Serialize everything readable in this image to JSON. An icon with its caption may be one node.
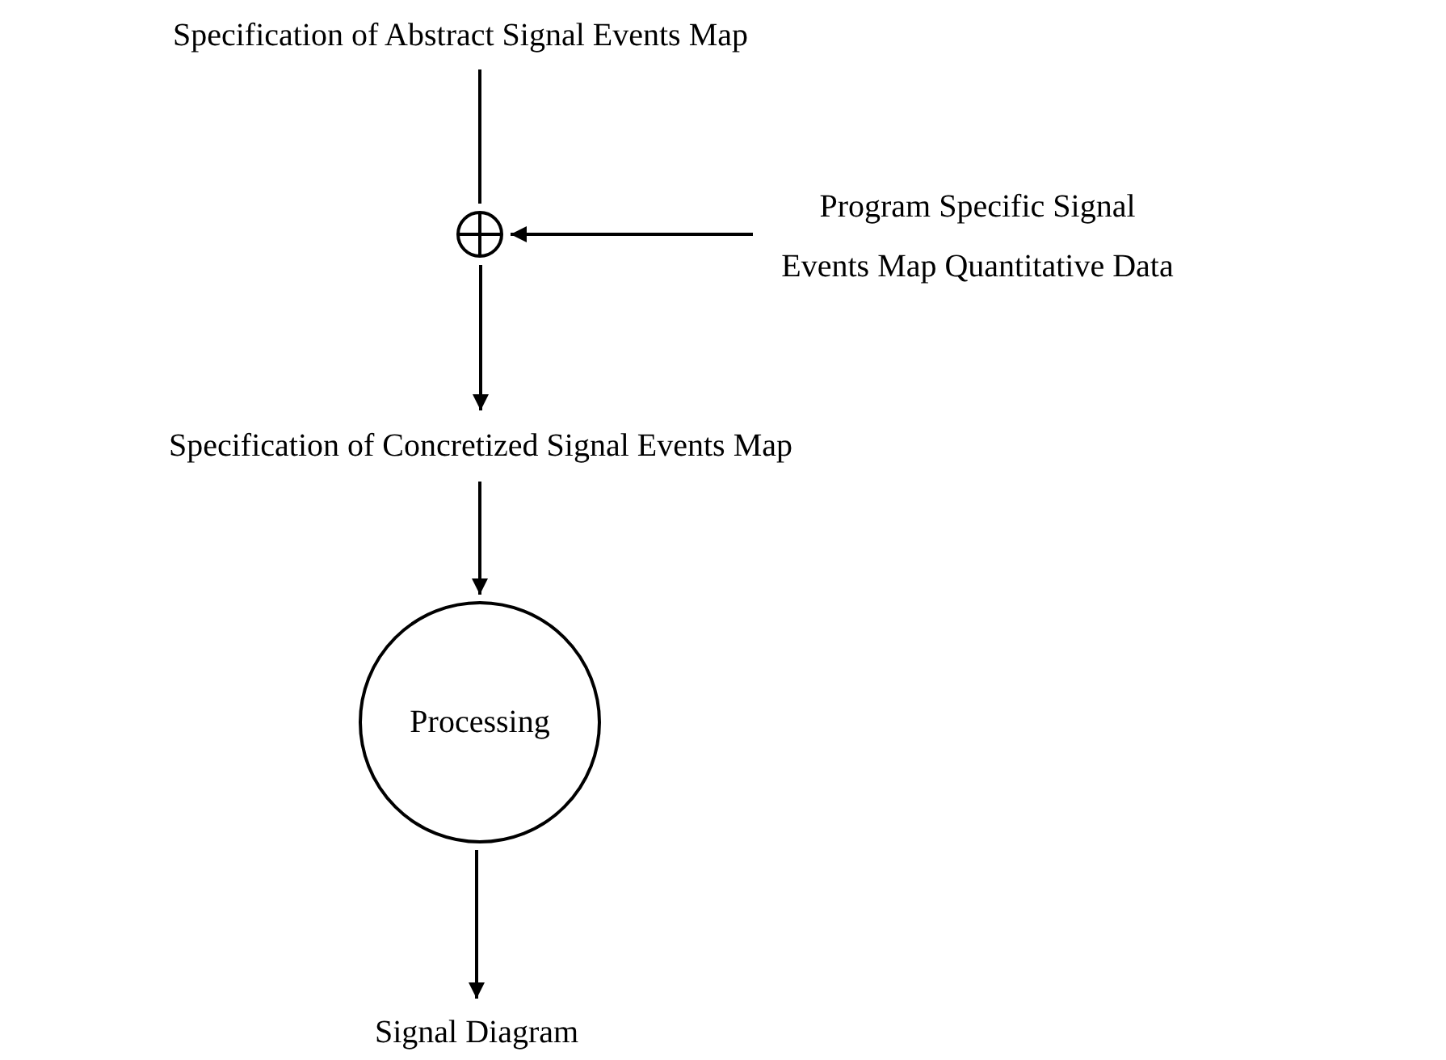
{
  "diagram": {
    "nodes": [
      {
        "text": [
          "Specification of Abstract Signal Events Map"
        ]
      },
      {
        "text": [],
        "shape": "circle"
      },
      {
        "text": [
          "Program Specific Signal Events Map Quantitative Data"
        ]
      },
      {
        "text": [
          "Specification of Concretized Signal Events Map"
        ]
      },
      {
        "text": [
          "Processing"
        ]
      },
      {
        "text": [
          "Signal Diagram"
        ]
      }
    ],
    "edges": [
      {
        "from": 0,
        "to": 1,
        "arrow": "none"
      },
      {
        "from": 2,
        "to": 1,
        "arrow": "to"
      },
      {
        "from": 1,
        "to": 3,
        "arrow": "to"
      },
      {
        "from": 3,
        "to": 4,
        "arrow": "to"
      },
      {
        "from": 4,
        "to": 5,
        "arrow": "to"
      }
    ]
  }
}
